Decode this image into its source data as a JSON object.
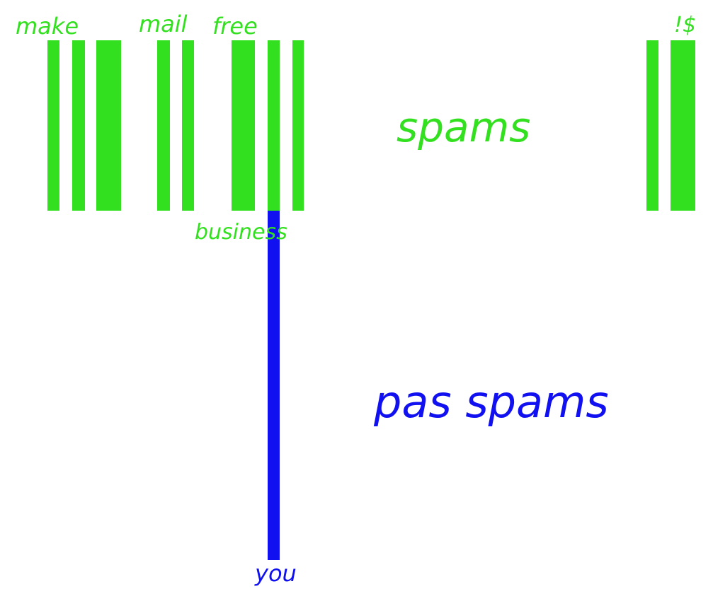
{
  "colors": {
    "spam": "#33e01f",
    "ham": "#1010f0",
    "background": "#ffffff"
  },
  "green_bars": [
    {
      "id": "bar-1"
    },
    {
      "id": "bar-2"
    },
    {
      "id": "bar-3"
    },
    {
      "id": "bar-4"
    },
    {
      "id": "bar-5"
    },
    {
      "id": "bar-6"
    },
    {
      "id": "bar-7"
    },
    {
      "id": "bar-8"
    },
    {
      "id": "bar-9"
    },
    {
      "id": "bar-10"
    }
  ],
  "labels": {
    "word_make": "make",
    "word_mail": "mail",
    "word_free": "free",
    "word_symbols": "!$",
    "word_business": "business",
    "word_you": "you",
    "class_spam": "spams",
    "class_ham": "pas spams"
  }
}
